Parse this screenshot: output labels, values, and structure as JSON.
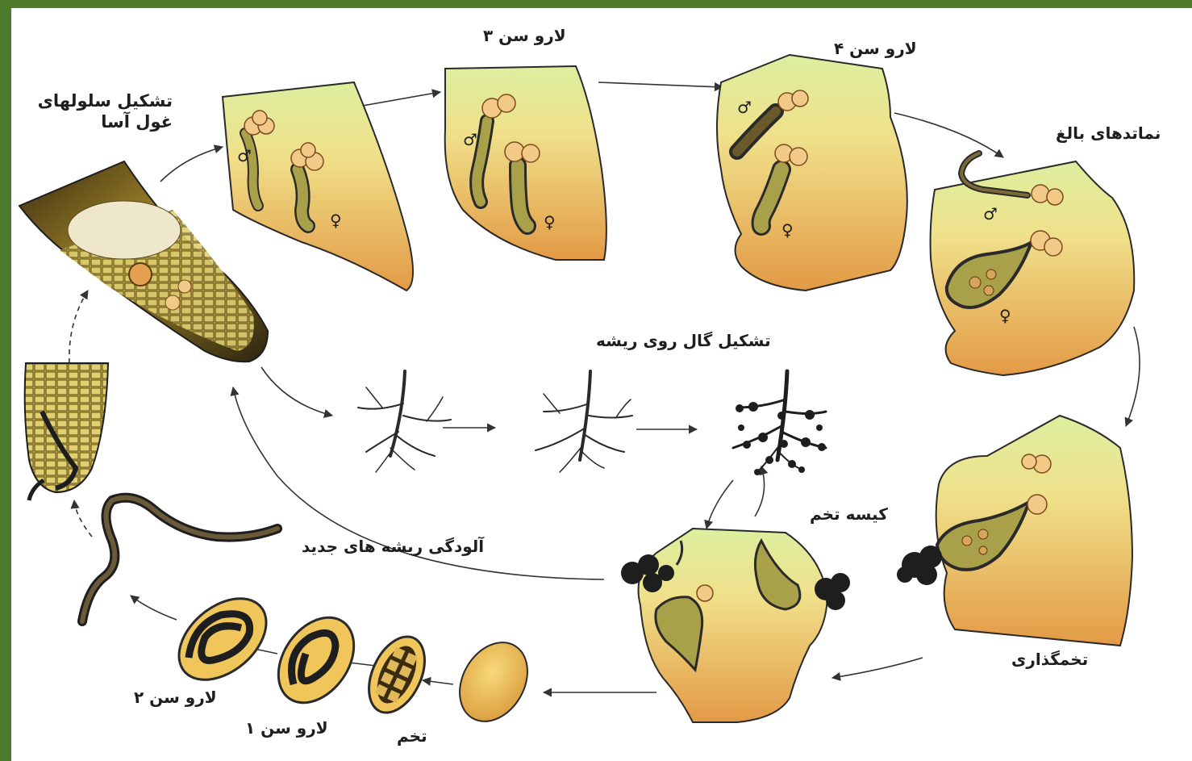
{
  "labels": {
    "giant_cells": "تشکیل سلولهای غول آسا",
    "larva_3": "لارو سن ۳",
    "larva_4": "لارو سن ۴",
    "adult_nematodes": "نماتدهای بالغ",
    "gall_formation": "تشکیل گال روی ریشه",
    "egg_sac": "کیسه تخم",
    "egg_laying": "تخمگذاری",
    "new_root_infection": "آلودگی ریشه های جدید",
    "larva_2": "لارو سن ۲",
    "larva_1": "لارو سن ۱",
    "egg": "تخم"
  },
  "symbols": {
    "male": "♂",
    "female": "♀"
  },
  "colors": {
    "frame_border": "#4d7a2b",
    "tissue_top": "#d9eb9a",
    "tissue_bottom": "#e5a04a",
    "outline": "#2a2a2a",
    "nematode_body": "#a9a04a",
    "egg_fill": "#f0c55a"
  }
}
